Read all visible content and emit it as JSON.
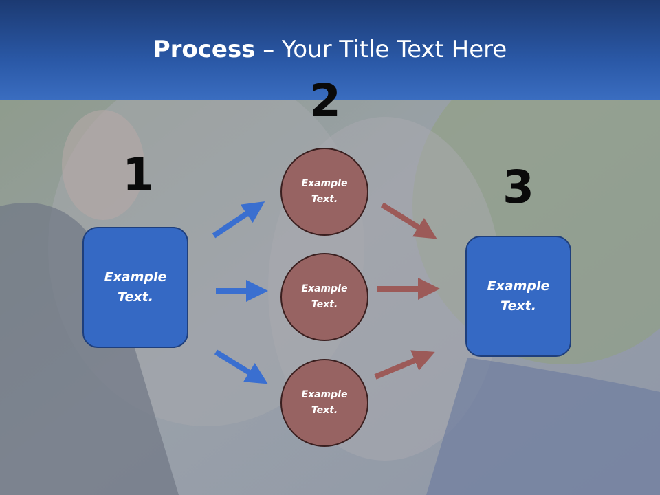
{
  "title": {
    "bold": "Process",
    "rest": " – Your Title Text Here"
  },
  "steps": {
    "one": "1",
    "two": "2",
    "three": "3"
  },
  "left_box": "Example Text.",
  "right_box": "Example Text.",
  "circles": [
    "Example Text.",
    "Example Text.",
    "Example Text."
  ],
  "colors": {
    "header": "#2a58a6",
    "box": "#3569c4",
    "circle": "#976362",
    "arrow_blue": "#3a6fd0",
    "arrow_brown": "#9c5a58"
  }
}
